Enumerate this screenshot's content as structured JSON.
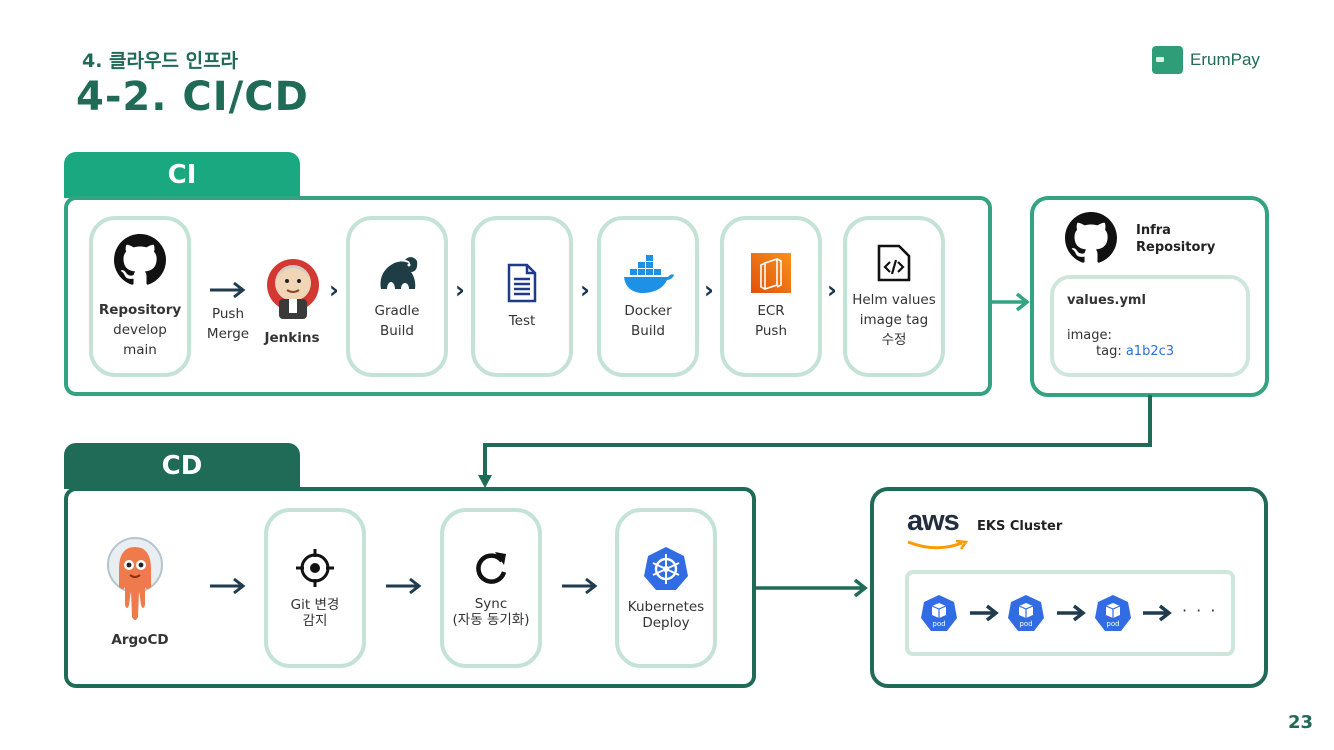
{
  "header": {
    "subtitle": "4. 클라우드 인프라",
    "title": "4-2. CI/CD",
    "logo_text": "ErumPay"
  },
  "ci": {
    "tab_label": "CI",
    "repo": {
      "title": "Repository",
      "line1": "develop",
      "line2": "main"
    },
    "push_merge": {
      "line1": "Push",
      "line2": "Merge"
    },
    "jenkins": "Jenkins",
    "steps": [
      {
        "line1": "Gradle",
        "line2": "Build",
        "icon": "gradle-icon"
      },
      {
        "line1": "Test",
        "line2": "",
        "icon": "document-icon"
      },
      {
        "line1": "Docker",
        "line2": "Build",
        "icon": "docker-icon"
      },
      {
        "line1": "ECR",
        "line2": "Push",
        "icon": "ecr-icon"
      },
      {
        "line1": "Helm values",
        "line2": "image tag",
        "line3": "수정",
        "icon": "code-file-icon"
      }
    ]
  },
  "infra": {
    "title_line1": "Infra",
    "title_line2": "Repository",
    "file": "values.yml",
    "key1": "image:",
    "key2": "tag:",
    "tag_value": "a1b2c3"
  },
  "cd": {
    "tab_label": "CD",
    "argocd": "ArgoCD",
    "steps": [
      {
        "line1": "Git 변경",
        "line2": "감지",
        "icon": "target-icon"
      },
      {
        "line1": "Sync",
        "line2": "(자동 동기화)",
        "icon": "refresh-icon"
      },
      {
        "line1": "Kubernetes",
        "line2": "Deploy",
        "icon": "kubernetes-icon"
      }
    ]
  },
  "eks": {
    "brand": "aws",
    "title": "EKS Cluster",
    "pod_label": "pod",
    "ellipsis": "· · ·"
  },
  "footer": {
    "page_number": "23"
  },
  "colors": {
    "primary": "#1f6b57",
    "accent": "#1aa880",
    "pill_border": "#c4e3d6",
    "link_blue": "#2c6fd6"
  }
}
